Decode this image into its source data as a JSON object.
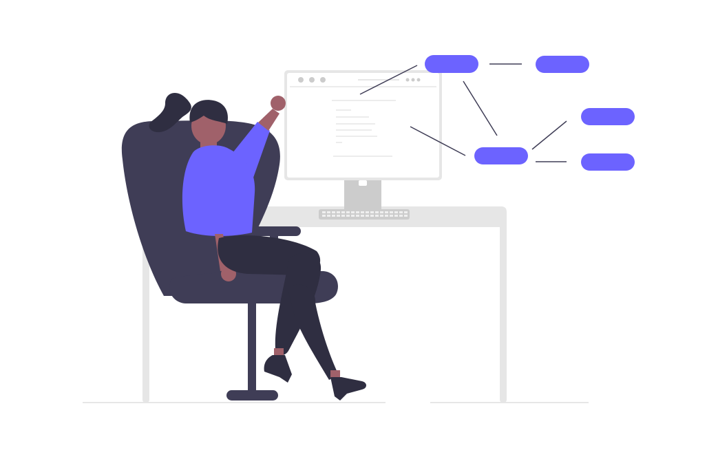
{
  "illustration": {
    "subject": "person-at-computer-with-flow-diagram",
    "colors": {
      "accent": "#6c63ff",
      "dark": "#3f3d56",
      "darkest": "#2f2e41",
      "skin": "#a0616a",
      "light_gray": "#e6e6e6",
      "mid_gray": "#cccccc",
      "line": "#3f3d56",
      "background": "#ffffff"
    },
    "diagram": {
      "nodes": [
        {
          "id": "node-a"
        },
        {
          "id": "node-b"
        },
        {
          "id": "node-c"
        },
        {
          "id": "node-d"
        },
        {
          "id": "node-e"
        }
      ],
      "edges": [
        {
          "from": "node-a",
          "to": "node-b"
        },
        {
          "from": "node-a",
          "to": "node-c"
        },
        {
          "from": "node-c",
          "to": "node-d"
        },
        {
          "from": "node-c",
          "to": "node-e"
        },
        {
          "from": "monitor",
          "to": "node-a"
        },
        {
          "from": "monitor",
          "to": "node-c"
        }
      ]
    }
  }
}
